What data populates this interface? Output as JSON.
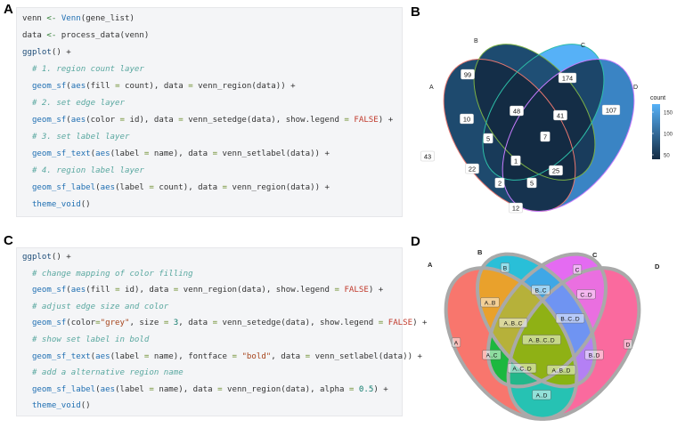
{
  "panels": {
    "a": "A",
    "b": "B",
    "c": "C",
    "d": "D"
  },
  "code_a": [
    [
      [
        "t",
        "venn "
      ],
      [
        "op",
        "<-"
      ],
      [
        "t",
        " "
      ],
      [
        "fn",
        "Venn"
      ],
      [
        "t",
        "(gene_list)"
      ]
    ],
    [
      [
        "t",
        "data "
      ],
      [
        "op",
        "<-"
      ],
      [
        "t",
        " process_data(venn)"
      ]
    ],
    [
      [
        "kw",
        "ggplot"
      ],
      [
        "t",
        "() +"
      ]
    ],
    [
      [
        "t",
        "  "
      ],
      [
        "com",
        "# 1. region count layer"
      ]
    ],
    [
      [
        "t",
        "  "
      ],
      [
        "fn",
        "geom_sf"
      ],
      [
        "t",
        "("
      ],
      [
        "fn",
        "aes"
      ],
      [
        "t",
        "(fill "
      ],
      [
        "eq",
        "="
      ],
      [
        "t",
        " count), data "
      ],
      [
        "eq",
        "="
      ],
      [
        "t",
        " venn_region(data)) +"
      ]
    ],
    [
      [
        "t",
        "  "
      ],
      [
        "com",
        "# 2. set edge layer"
      ]
    ],
    [
      [
        "t",
        "  "
      ],
      [
        "fn",
        "geom_sf"
      ],
      [
        "t",
        "("
      ],
      [
        "fn",
        "aes"
      ],
      [
        "t",
        "(color "
      ],
      [
        "eq",
        "="
      ],
      [
        "t",
        " id), data "
      ],
      [
        "eq",
        "="
      ],
      [
        "t",
        " venn_setedge(data), show.legend "
      ],
      [
        "eq",
        "="
      ],
      [
        "t",
        " "
      ],
      [
        "bool",
        "FALSE"
      ],
      [
        "t",
        ") +"
      ]
    ],
    [
      [
        "t",
        "  "
      ],
      [
        "com",
        "# 3. set label layer"
      ]
    ],
    [
      [
        "t",
        "  "
      ],
      [
        "fn",
        "geom_sf_text"
      ],
      [
        "t",
        "("
      ],
      [
        "fn",
        "aes"
      ],
      [
        "t",
        "(label "
      ],
      [
        "eq",
        "="
      ],
      [
        "t",
        " name), data "
      ],
      [
        "eq",
        "="
      ],
      [
        "t",
        " venn_setlabel(data)) +"
      ]
    ],
    [
      [
        "t",
        "  "
      ],
      [
        "com",
        "# 4. region label layer"
      ]
    ],
    [
      [
        "t",
        "  "
      ],
      [
        "fn",
        "geom_sf_label"
      ],
      [
        "t",
        "("
      ],
      [
        "fn",
        "aes"
      ],
      [
        "t",
        "(label "
      ],
      [
        "eq",
        "="
      ],
      [
        "t",
        " count), data "
      ],
      [
        "eq",
        "="
      ],
      [
        "t",
        " venn_region(data)) +"
      ]
    ],
    [
      [
        "t",
        "  "
      ],
      [
        "fn",
        "theme_void"
      ],
      [
        "t",
        "()"
      ]
    ]
  ],
  "code_c": [
    [
      [
        "kw",
        "ggplot"
      ],
      [
        "t",
        "() +"
      ]
    ],
    [
      [
        "t",
        "  "
      ],
      [
        "com",
        "# change mapping of color filling"
      ]
    ],
    [
      [
        "t",
        "  "
      ],
      [
        "fn",
        "geom_sf"
      ],
      [
        "t",
        "("
      ],
      [
        "fn",
        "aes"
      ],
      [
        "t",
        "(fill "
      ],
      [
        "eq",
        "="
      ],
      [
        "t",
        " id), data "
      ],
      [
        "eq",
        "="
      ],
      [
        "t",
        " venn_region(data), show.legend "
      ],
      [
        "eq",
        "="
      ],
      [
        "t",
        " "
      ],
      [
        "bool",
        "FALSE"
      ],
      [
        "t",
        ") +"
      ]
    ],
    [
      [
        "t",
        "  "
      ],
      [
        "com",
        "# adjust edge size and color"
      ]
    ],
    [
      [
        "t",
        "  "
      ],
      [
        "fn",
        "geom_sf"
      ],
      [
        "t",
        "(color"
      ],
      [
        "eq",
        "="
      ],
      [
        "str",
        "\"grey\""
      ],
      [
        "t",
        ", size "
      ],
      [
        "eq",
        "="
      ],
      [
        "t",
        " "
      ],
      [
        "num",
        "3"
      ],
      [
        "t",
        ", data "
      ],
      [
        "eq",
        "="
      ],
      [
        "t",
        " venn_setedge(data), show.legend "
      ],
      [
        "eq",
        "="
      ],
      [
        "t",
        " "
      ],
      [
        "bool",
        "FALSE"
      ],
      [
        "t",
        ") +"
      ]
    ],
    [
      [
        "t",
        "  "
      ],
      [
        "com",
        "# show set label in bold"
      ]
    ],
    [
      [
        "t",
        "  "
      ],
      [
        "fn",
        "geom_sf_text"
      ],
      [
        "t",
        "("
      ],
      [
        "fn",
        "aes"
      ],
      [
        "t",
        "(label "
      ],
      [
        "eq",
        "="
      ],
      [
        "t",
        " name), fontface "
      ],
      [
        "eq",
        "="
      ],
      [
        "t",
        " "
      ],
      [
        "str",
        "\"bold\""
      ],
      [
        "t",
        ", data "
      ],
      [
        "eq",
        "="
      ],
      [
        "t",
        " venn_setlabel(data)) +"
      ]
    ],
    [
      [
        "t",
        "  "
      ],
      [
        "com",
        "# add a alternative region name"
      ]
    ],
    [
      [
        "t",
        "  "
      ],
      [
        "fn",
        "geom_sf_label"
      ],
      [
        "t",
        "("
      ],
      [
        "fn",
        "aes"
      ],
      [
        "t",
        "(label "
      ],
      [
        "eq",
        "="
      ],
      [
        "t",
        " name), data "
      ],
      [
        "eq",
        "="
      ],
      [
        "t",
        " venn_region(data), alpha "
      ],
      [
        "eq",
        "="
      ],
      [
        "t",
        " "
      ],
      [
        "num",
        "0.5"
      ],
      [
        "t",
        ") +"
      ]
    ],
    [
      [
        "t",
        "  "
      ],
      [
        "fn",
        "theme_void"
      ],
      [
        "t",
        "()"
      ]
    ]
  ],
  "venn_b": {
    "set_labels": [
      "A",
      "B",
      "C",
      "D"
    ],
    "regions": [
      {
        "id": "A",
        "value": "43",
        "color": "#1e4a6e"
      },
      {
        "id": "B",
        "value": "99",
        "color": "#1d4b70"
      },
      {
        "id": "C",
        "value": "174",
        "color": "#56b1f7"
      },
      {
        "id": "D",
        "value": "107",
        "color": "#3a84c4"
      },
      {
        "id": "A.B",
        "value": "10",
        "color": "#142e48"
      },
      {
        "id": "B.C",
        "value": "48",
        "color": "#1f4f75"
      },
      {
        "id": "C.D",
        "value": "41",
        "color": "#1c466a"
      },
      {
        "id": "A.B.C",
        "value": "5",
        "color": "#132b43"
      },
      {
        "id": "B.C.D",
        "value": "7",
        "color": "#142d46"
      },
      {
        "id": "A.B.C.D",
        "value": "1",
        "color": "#132b43"
      },
      {
        "id": "A.C",
        "value": "22",
        "color": "#183a59"
      },
      {
        "id": "B.D",
        "value": "25",
        "color": "#193c5c"
      },
      {
        "id": "A.C.D",
        "value": "2",
        "color": "#132b43"
      },
      {
        "id": "A.B.D",
        "value": "5",
        "color": "#132b43"
      },
      {
        "id": "A.D",
        "value": "12",
        "color": "#16334f"
      }
    ],
    "legend": {
      "title": "count",
      "ticks": [
        "150",
        "100",
        "50"
      ],
      "low": "#132b43",
      "high": "#56b1f7"
    }
  },
  "venn_d": {
    "set_labels": [
      "A",
      "B",
      "C",
      "D"
    ],
    "edge_color": "#a9a9a9",
    "regions": [
      {
        "id": "A",
        "label": "A",
        "color": "#f8766d"
      },
      {
        "id": "B",
        "label": "B",
        "color": "#29bfd8"
      },
      {
        "id": "C",
        "label": "C",
        "color": "#e46bf2"
      },
      {
        "id": "D",
        "label": "D",
        "color": "#fa6a9e"
      },
      {
        "id": "A.B",
        "label": "A..B",
        "color": "#e9a12c"
      },
      {
        "id": "B.C",
        "label": "B..C",
        "color": "#3fa7e6"
      },
      {
        "id": "C.D",
        "label": "C..D",
        "color": "#ea6fe0"
      },
      {
        "id": "A.B.C",
        "label": "A..B..C",
        "color": "#b6b13a"
      },
      {
        "id": "B.C.D",
        "label": "B..C..D",
        "color": "#6f94f2"
      },
      {
        "id": "A.B.C.D",
        "label": "A..B..C..D",
        "color": "#8fb115"
      },
      {
        "id": "A.C",
        "label": "A..C",
        "color": "#1cb83f"
      },
      {
        "id": "B.D",
        "label": "B..D",
        "color": "#b480f4"
      },
      {
        "id": "A.C.D",
        "label": "A..C..D",
        "color": "#23b78a"
      },
      {
        "id": "A.B.D",
        "label": "A..B..D",
        "color": "#88b312"
      },
      {
        "id": "A.D",
        "label": "A..D",
        "color": "#26c2b3"
      }
    ]
  }
}
